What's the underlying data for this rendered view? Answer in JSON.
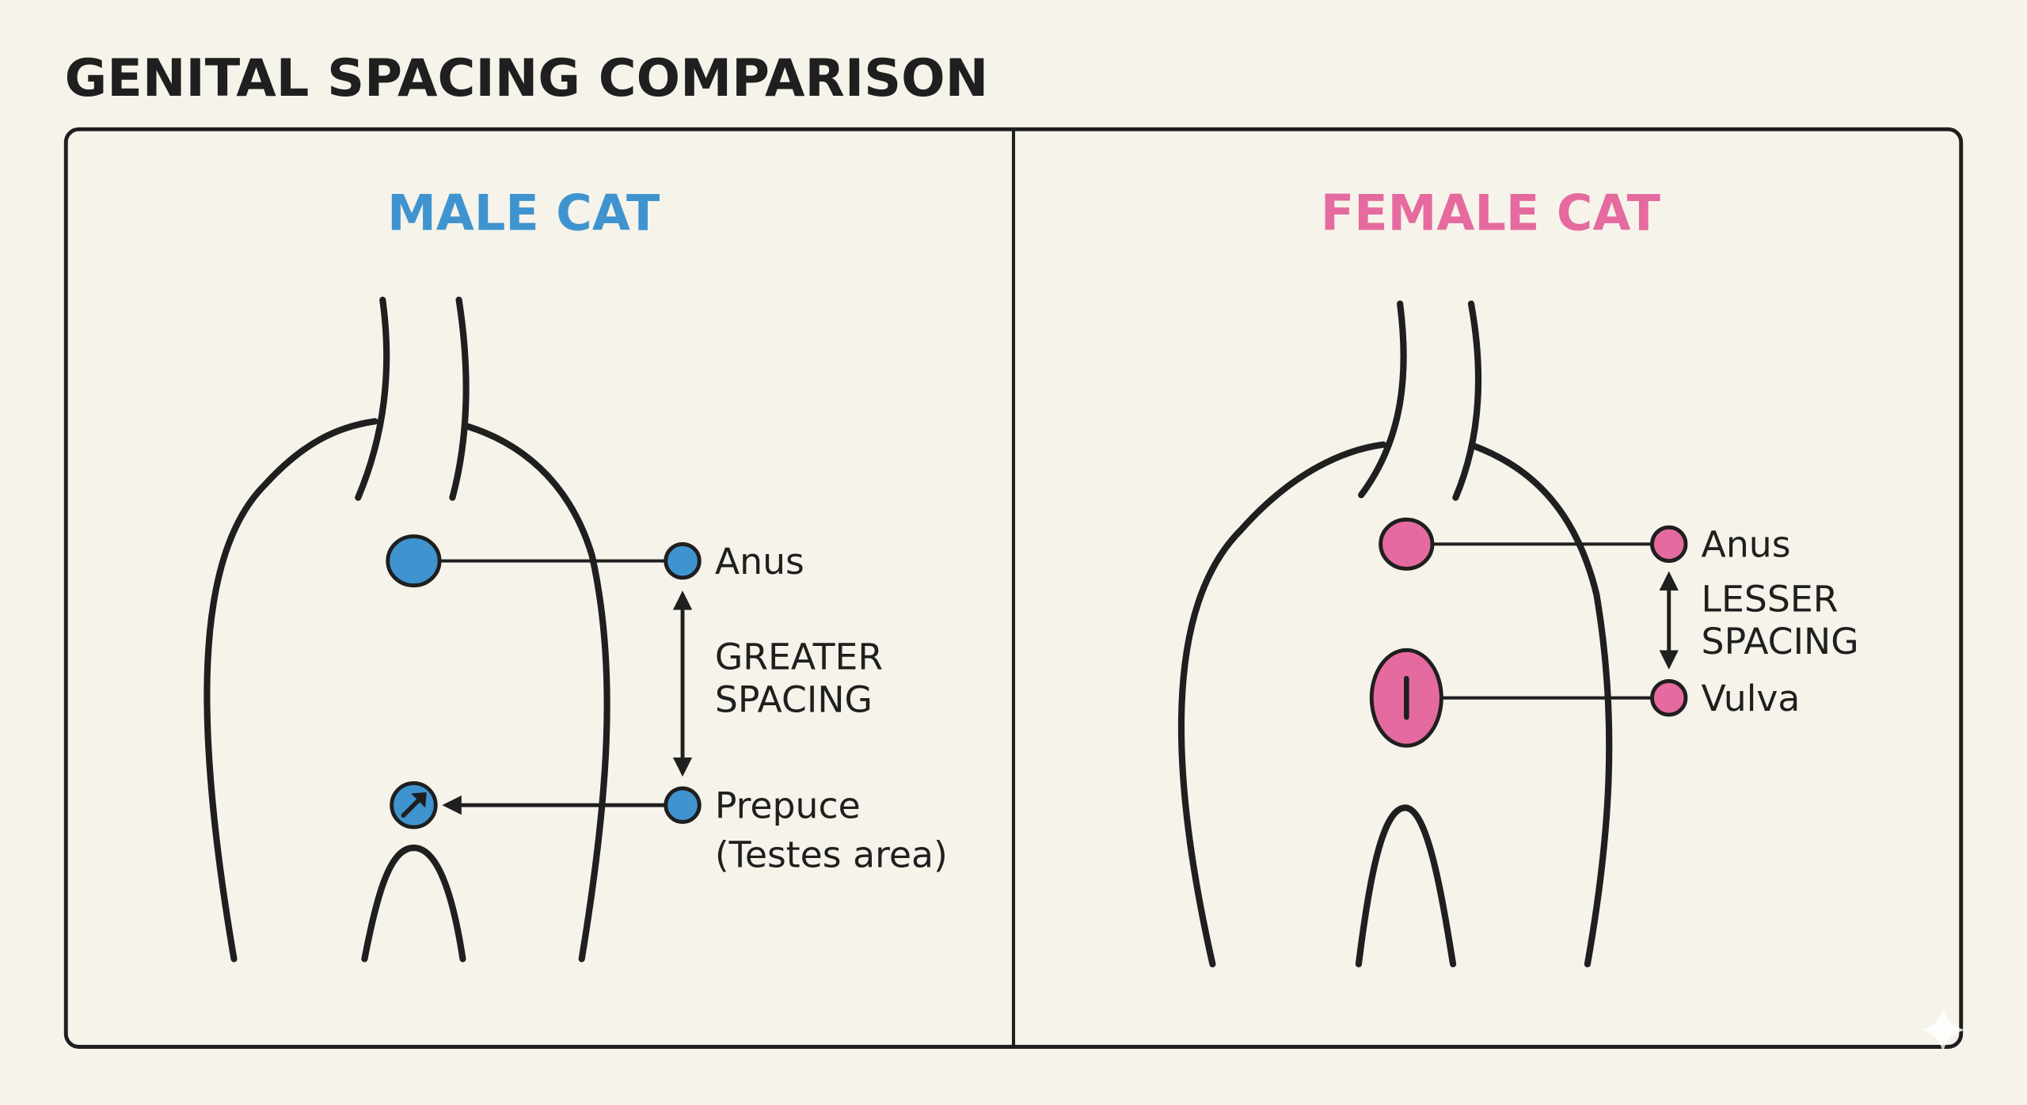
{
  "title": "GENITAL SPACING COMPARISON",
  "colors": {
    "background": "#f6f3ea",
    "male_accent": "#3f94d0",
    "female_accent": "#e56a9f",
    "ink": "#1f1f1f"
  },
  "panels": {
    "male": {
      "heading": "MALE CAT",
      "labels": {
        "top": "Anus",
        "spacing_line1": "GREATER",
        "spacing_line2": "SPACING",
        "bottom_line1": "Prepuce",
        "bottom_line2": "(Testes area)"
      }
    },
    "female": {
      "heading": "FEMALE CAT",
      "labels": {
        "top": "Anus",
        "spacing_line1": "LESSER",
        "spacing_line2": "SPACING",
        "bottom_line1": "Vulva"
      }
    }
  }
}
